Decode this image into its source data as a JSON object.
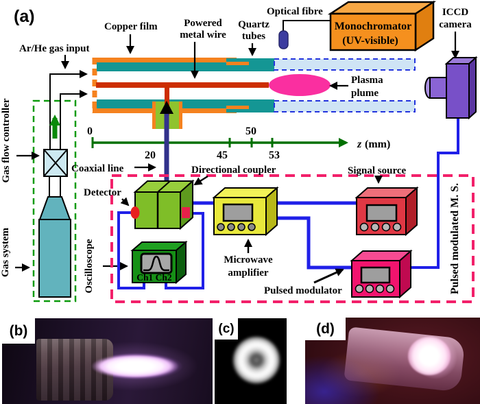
{
  "figure": {
    "panel_a_label": "(a)",
    "panel_b_label": "(b)",
    "panel_c_label": "(c)",
    "panel_d_label": "(d)"
  },
  "labels": {
    "copper_film": "Copper film",
    "powered_line1": "Powered",
    "powered_line2": "metal wire",
    "quartz_line1": "Quartz",
    "quartz_line2": "tubes",
    "optical_fibre": "Optical fibre",
    "mono_line1": "Monochromator",
    "mono_line2": "(UV-visible)",
    "iccd_line1": "ICCD",
    "iccd_line2": "camera",
    "gas_input": "Ar/He gas input",
    "plasma_line1": "Plasma",
    "plasma_line2": "plume",
    "gas_flow_controller": "Gas flow controller",
    "gas_system": "Gas system",
    "coaxial_line": "Coaxial line",
    "directional_coupler": "Directional coupler",
    "detector": "Detector",
    "oscilloscope": "Oscilloscope",
    "osc_channels": "Ch1  Ch2",
    "microwave_line1": "Microwave",
    "microwave_line2": "amplifier",
    "signal_source": "Signal source",
    "pulsed_modulator": "Pulsed modulator",
    "pulsed_modulated": "Pulsed modulated M. S."
  },
  "axis": {
    "tick_0": "0",
    "tick_20": "20",
    "tick_45": "45",
    "tick_50": "50",
    "tick_53": "53",
    "z": "z",
    "unit": "(mm)"
  },
  "colors": {
    "copper_orange": "#F5821F",
    "quartz_teal": "#149694",
    "quartz_glass_blue": "#CFE4F5",
    "wire_red": "#CC2E00",
    "plasma_pink": "#FA2FA0",
    "signal_wire_blue": "#2020E8",
    "coax_navy": "#32328C",
    "dashed_red_border": "#F2206A",
    "dashed_green_border": "#0A9A0A",
    "axis_green": "#007000",
    "coupler_green": "#7FBE28",
    "oscilloscope_green": "#169016",
    "amplifier_yellow": "#E8E83C",
    "signal_source_red": "#E03844",
    "modulator_pink": "#F2146E",
    "camera_purple": "#7850C8",
    "monochromator_orange": "#F5901E",
    "detector_red": "#E82020"
  }
}
